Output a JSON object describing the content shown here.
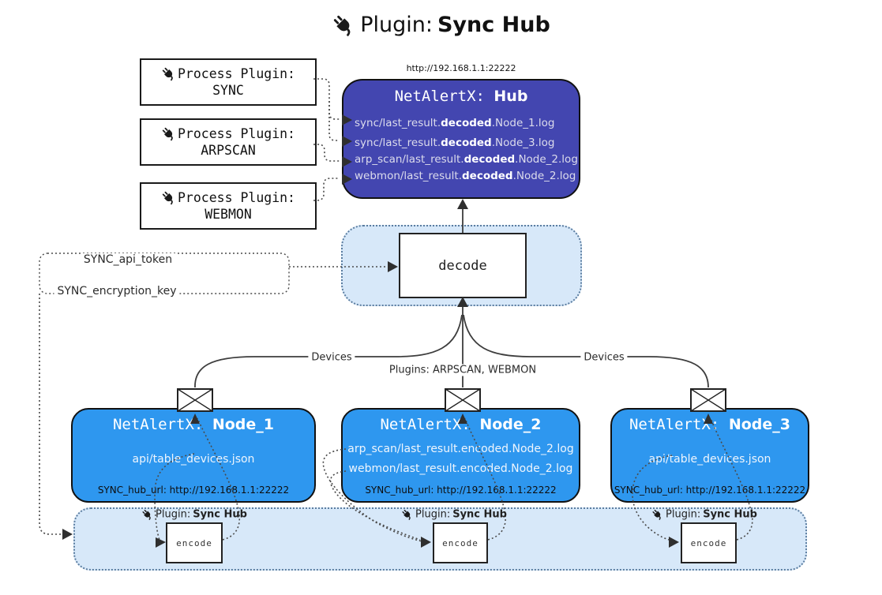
{
  "title": {
    "label": "Plugin:",
    "name": "Sync Hub"
  },
  "icons": {
    "plug": "power-plug-icon",
    "envelope": "envelope-icon"
  },
  "colors": {
    "hub_fill": "#4346b0",
    "node_fill": "#2e97ef",
    "panel_fill": "#d7e8f9",
    "panel_border": "#5b7da0",
    "line": "#3d3d3d"
  },
  "hub": {
    "url": "http://192.168.1.1:22222",
    "name_mono": "NetAlertX:",
    "name_bold": "Hub",
    "lines": [
      {
        "pre": "sync/last_result.",
        "bold": "decoded",
        "post": ".Node_1.log"
      },
      {
        "pre": "sync/last_result.",
        "bold": "decoded",
        "post": ".Node_3.log"
      },
      {
        "pre": "arp_scan/last_result.",
        "bold": "decoded",
        "post": ".Node_2.log"
      },
      {
        "pre": "webmon/last_result.",
        "bold": "decoded",
        "post": ".Node_2.log"
      }
    ]
  },
  "process_plugins": [
    {
      "label": "Process Plugin:",
      "name": "SYNC"
    },
    {
      "label": "Process Plugin:",
      "name": "ARPSCAN"
    },
    {
      "label": "Process Plugin:",
      "name": "WEBMON"
    }
  ],
  "settings": {
    "api_token": "SYNC_api_token",
    "encryption_key": "SYNC_encryption_key"
  },
  "decode": {
    "label": "decode"
  },
  "edge_labels": {
    "devices_left": "Devices",
    "plugins_center": "Plugins: ARPSCAN, WEBMON",
    "devices_right": "Devices"
  },
  "nodes": [
    {
      "name_mono": "NetAlertX:",
      "name_bold": "Node_1",
      "lines": [
        "api/table_devices.json"
      ],
      "hub_url": "SYNC_hub_url: http://192.168.1.1:22222"
    },
    {
      "name_mono": "NetAlertX:",
      "name_bold": "Node_2",
      "lines": [
        "arp_scan/last_result.encoded.Node_2.log",
        "webmon/last_result.encoded.Node_2.log"
      ],
      "hub_url": "SYNC_hub_url: http://192.168.1.1:22222"
    },
    {
      "name_mono": "NetAlertX:",
      "name_bold": "Node_3",
      "lines": [
        "api/table_devices.json"
      ],
      "hub_url": "SYNC_hub_url: http://192.168.1.1:22222"
    }
  ],
  "encoders": [
    {
      "plugin_label": "Plugin:",
      "plugin_name": "Sync Hub",
      "box_label": "encode"
    },
    {
      "plugin_label": "Plugin:",
      "plugin_name": "Sync Hub",
      "box_label": "encode"
    },
    {
      "plugin_label": "Plugin:",
      "plugin_name": "Sync Hub",
      "box_label": "encode"
    }
  ]
}
